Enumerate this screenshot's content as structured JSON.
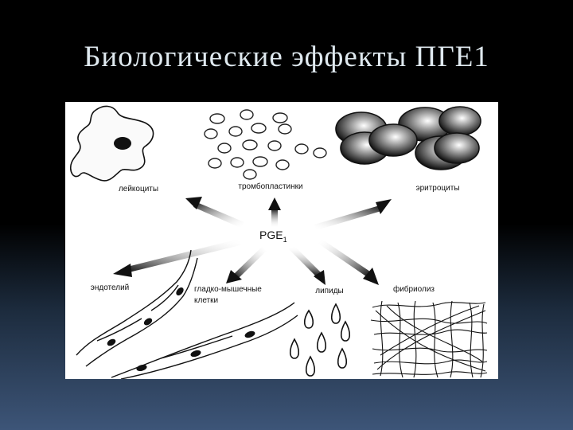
{
  "slide": {
    "title": "Биологические эффекты ПГЕ1"
  },
  "diagram": {
    "center": {
      "label": "PGE",
      "subscript": "1"
    },
    "labels": {
      "leukocytes": "лейкоциты",
      "platelets": "тромбопластинки",
      "erythrocytes": "эритроциты",
      "endothelium": "эндотелий",
      "smooth_muscle_1": "гладко-мышечные",
      "smooth_muscle_2": "клетки",
      "lipids": "липиды",
      "fibrinolysis": "фибриолиз"
    }
  }
}
